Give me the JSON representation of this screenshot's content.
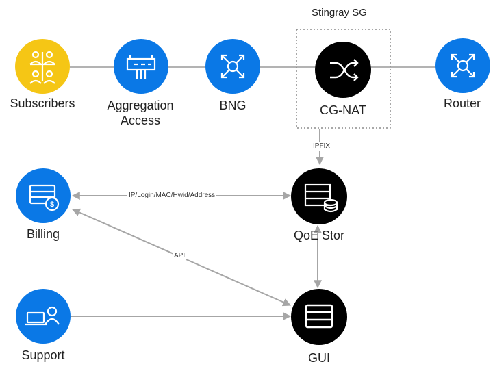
{
  "colors": {
    "blue": "#0a78e6",
    "yellow": "#f5c615",
    "black": "#000000",
    "line": "#b3b3b3",
    "arrow": "#a6a6a6",
    "group_border": "#8c8c8c"
  },
  "group": {
    "title": "Stingray SG"
  },
  "nodes": {
    "subscribers": {
      "label": "Subscribers",
      "icon": "people-network-icon"
    },
    "aggregation": {
      "label": "Aggregation\nAccess",
      "icon": "switch-panel-icon"
    },
    "bng": {
      "label": "BNG",
      "icon": "router-arrows-icon"
    },
    "cgnat": {
      "label": "CG-NAT",
      "icon": "shuffle-icon"
    },
    "router": {
      "label": "Router",
      "icon": "router-arrows-icon"
    },
    "billing": {
      "label": "Billing",
      "icon": "billing-icon"
    },
    "qoestor": {
      "label": "QoE Stor",
      "icon": "storage-icon"
    },
    "support": {
      "label": "Support",
      "icon": "support-icon"
    },
    "gui": {
      "label": "GUI",
      "icon": "gui-icon"
    }
  },
  "edges": {
    "ipfix": "IPFIX",
    "billing_qoe": "IP/Login/MAC/Hwid/Address",
    "api": "API"
  }
}
